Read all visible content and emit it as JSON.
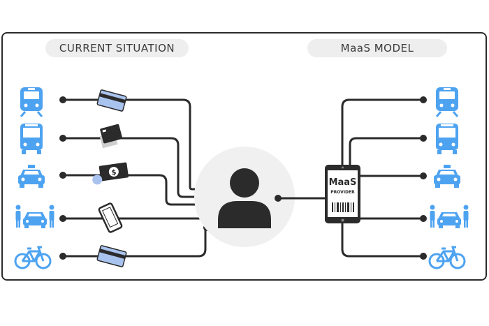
{
  "headers": {
    "left": "CURRENT SITUATION",
    "right": "MaaS MODEL"
  },
  "phone": {
    "line1": "MaaS",
    "line2": "PROVIDER"
  },
  "left_modes": [
    "train-icon",
    "bus-icon",
    "taxi-icon",
    "carsharing-icon",
    "bike-icon"
  ],
  "left_payments": [
    "card-icon",
    "ticket-icon",
    "cash-icon",
    "smartphone-icon",
    "card-icon"
  ],
  "right_modes": [
    "train-icon",
    "bus-icon",
    "taxi-icon",
    "carsharing-icon",
    "bike-icon"
  ],
  "colors": {
    "icon_blue": "#4ea3f1",
    "line": "#2b2b2b",
    "card_blue": "#a9c3ef",
    "halo": "#f0f0f0"
  }
}
